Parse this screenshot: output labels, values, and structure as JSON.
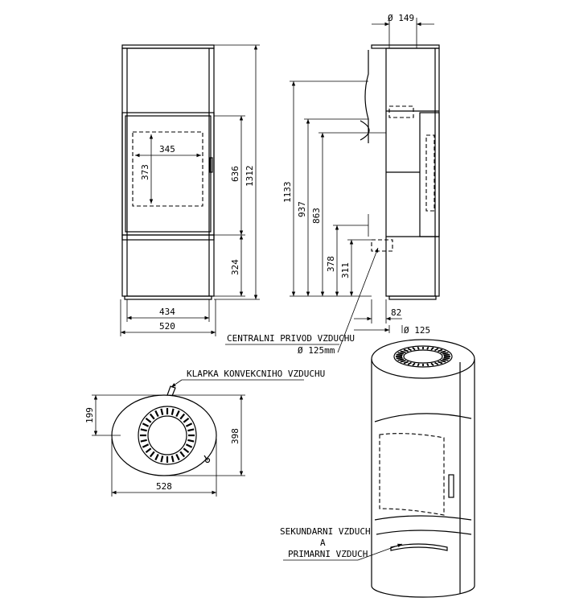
{
  "front_view": {
    "width_inner": "434",
    "width_outer": "520",
    "window_width": "345",
    "window_height": "373",
    "height_door": "636",
    "height_total": "1312",
    "height_bottom": "324"
  },
  "side_view": {
    "flue_diameter_top": "Ø 149",
    "height_1133": "1133",
    "height_937": "937",
    "height_863": "863",
    "height_378": "378",
    "height_311": "311",
    "offset_82": "82",
    "air_inlet_diameter": "Ø 125",
    "central_air_label": "CENTRALNI PRIVOD VZDUCHU",
    "central_air_diameter": "Ø 125mm"
  },
  "top_view": {
    "convection_flap_label": "KLAPKA KONVEKCNIHO VZDUCHU",
    "depth_199": "199",
    "depth_398": "398",
    "width_528": "528"
  },
  "iso_view": {
    "air_label_line1": "SEKUNDARNI VZDUCH",
    "air_label_line2": "A",
    "air_label_line3": "PRIMARNI VZDUCH"
  }
}
